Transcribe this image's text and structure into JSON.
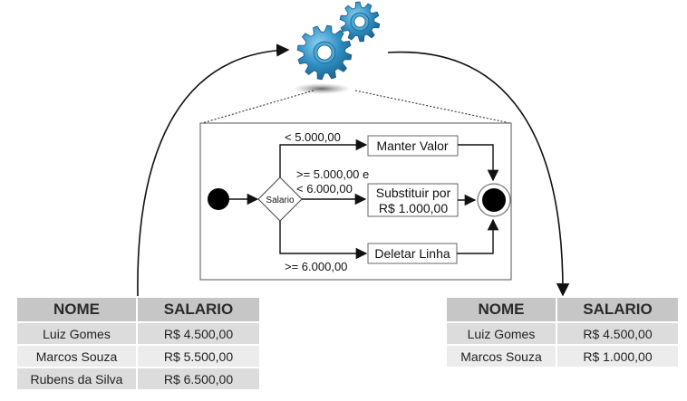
{
  "flow": {
    "decision_label": "Salario",
    "edge_top_label": "< 5.000,00",
    "edge_mid_label_line1": ">= 5.000,00 e",
    "edge_mid_label_line2": "< 6.000,00",
    "edge_bottom_label": ">= 6.000,00",
    "action_keep": "Manter Valor",
    "action_replace_line1": "Substituir por",
    "action_replace_line2": "R$ 1.000,00",
    "action_delete": "Deletar Linha"
  },
  "gears": {
    "icon": "gears-icon",
    "color": "#2e8fc2"
  },
  "table_before": {
    "headers": [
      "NOME",
      "SALARIO"
    ],
    "rows": [
      [
        "Luiz Gomes",
        "R$ 4.500,00"
      ],
      [
        "Marcos Souza",
        "R$ 5.500,00"
      ],
      [
        "Rubens da Silva",
        "R$ 6.500,00"
      ]
    ]
  },
  "table_after": {
    "headers": [
      "NOME",
      "SALARIO"
    ],
    "rows": [
      [
        "Luiz Gomes",
        "R$ 4.500,00"
      ],
      [
        "Marcos Souza",
        "R$ 1.000,00"
      ]
    ]
  }
}
